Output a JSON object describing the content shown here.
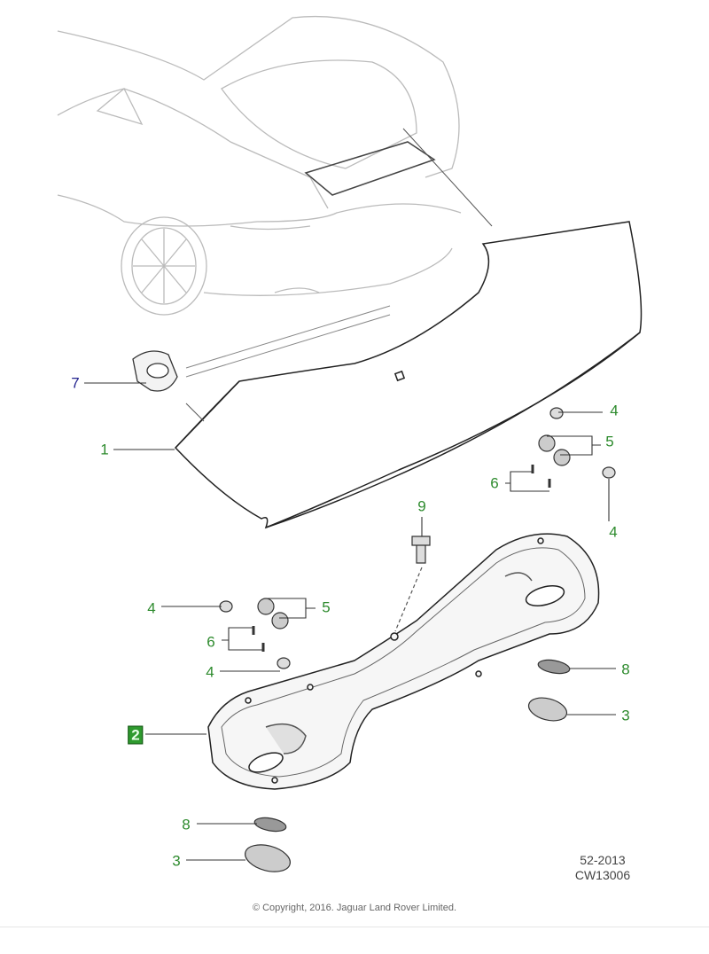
{
  "diagram": {
    "callouts": [
      {
        "number": "7",
        "part": "badge-holder"
      },
      {
        "number": "1",
        "part": "rear-spoiler"
      },
      {
        "number": "4",
        "part": "nut"
      },
      {
        "number": "5",
        "part": "grommet"
      },
      {
        "number": "6",
        "part": "stud"
      },
      {
        "number": "4",
        "part": "nut"
      },
      {
        "number": "9",
        "part": "fastener"
      },
      {
        "number": "4",
        "part": "nut"
      },
      {
        "number": "5",
        "part": "grommet"
      },
      {
        "number": "6",
        "part": "stud"
      },
      {
        "number": "4",
        "part": "nut"
      },
      {
        "number": "8",
        "part": "mesh-pad"
      },
      {
        "number": "3",
        "part": "seal"
      },
      {
        "number": "2",
        "part": "spoiler-bracket",
        "highlighted": true
      },
      {
        "number": "8",
        "part": "mesh-pad"
      },
      {
        "number": "3",
        "part": "seal"
      }
    ],
    "reference_code": "52-2013",
    "illustration_code": "CW13006",
    "copyright": "© Copyright, 2016. Jaguar Land Rover Limited.",
    "colors": {
      "callout": "#2e8b2e",
      "callout_alt": "#23238e",
      "highlight": "#2e9a2e"
    }
  }
}
